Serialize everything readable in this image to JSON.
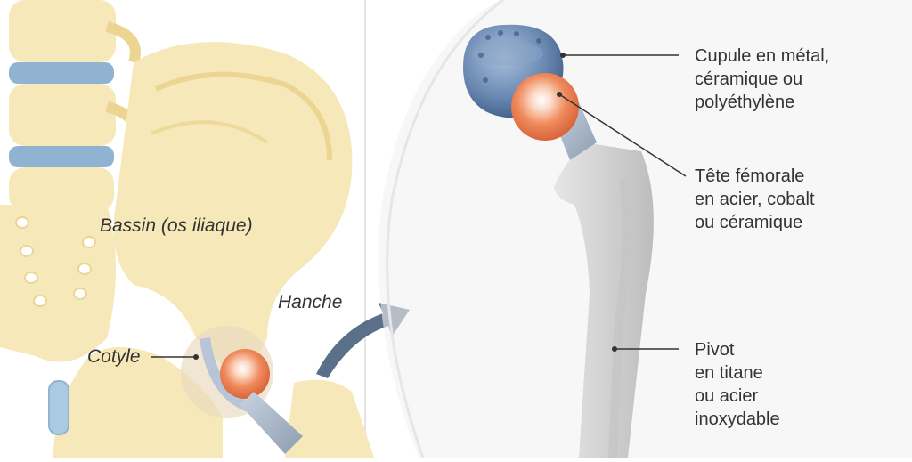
{
  "labels": {
    "pelvis": "Bassin (os iliaque)",
    "hip": "Hanche",
    "socket": "Cotyle"
  },
  "callouts": {
    "cup": [
      "Cupule en métal,",
      "céramique ou",
      "polyéthylène"
    ],
    "head": [
      "Tête fémorale",
      "en acier, cobalt",
      "ou céramique"
    ],
    "stem": [
      "Pivot",
      "en titane",
      "ou acier",
      "inoxydable"
    ]
  },
  "colors": {
    "bone": "#f6e8b8",
    "bone_shadow": "#ecd592",
    "spine_disc": "#8fb3d1",
    "cup_metal": "#5f7fa8",
    "ball_orange": "#e8774a",
    "implant_gray": "#d8d8d8",
    "arrow": "#5a7088",
    "text": "#333333"
  }
}
